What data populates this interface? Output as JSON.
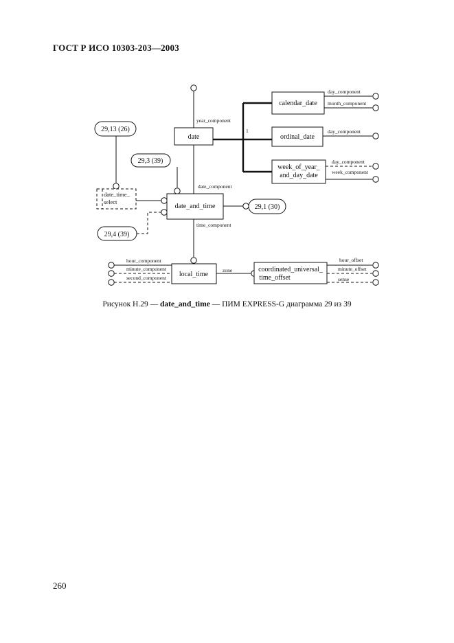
{
  "document": {
    "header": "ГОСТ Р ИСО 10303-203—2003",
    "page_number": "260"
  },
  "caption": {
    "prefix": "Рисунок Н.29 — ",
    "bold": "date_and_time",
    "suffix": " — ПИМ EXPRESS-G диаграмма 29 из 39"
  },
  "diagram": {
    "entities": {
      "date": "date",
      "calendar_date": "calendar_date",
      "ordinal_date": "ordinal_date",
      "week_line1": "week_of_year_",
      "week_line2": "and_day_date",
      "date_and_time": "date_and_time",
      "local_time": "local_time",
      "cuto_line1": "coordinated_universal_",
      "cuto_line2": "time_offset"
    },
    "select": {
      "line1": "date_time_",
      "line2": "select"
    },
    "references": {
      "ref_29_13": "29,13 (26)",
      "ref_29_3": "29,3 (39)",
      "ref_29_1": "29,1 (30)",
      "ref_29_4": "29,4 (39)"
    },
    "labels": {
      "year_component": "year_component",
      "date_component": "date_component",
      "time_component": "time_component",
      "subtype_one": "1",
      "cal_day_component": "day_component",
      "cal_month_component": "month_component",
      "ord_day_component": "day_component",
      "week_day_component": "day_component",
      "week_week_component": "week_component",
      "hour_component": "hour_component",
      "minute_component": "minute_component",
      "second_component": "second_component",
      "zone": "zone",
      "hour_offset": "hour_offset",
      "minute_offset": "minute_offset",
      "sense": "sense"
    }
  }
}
